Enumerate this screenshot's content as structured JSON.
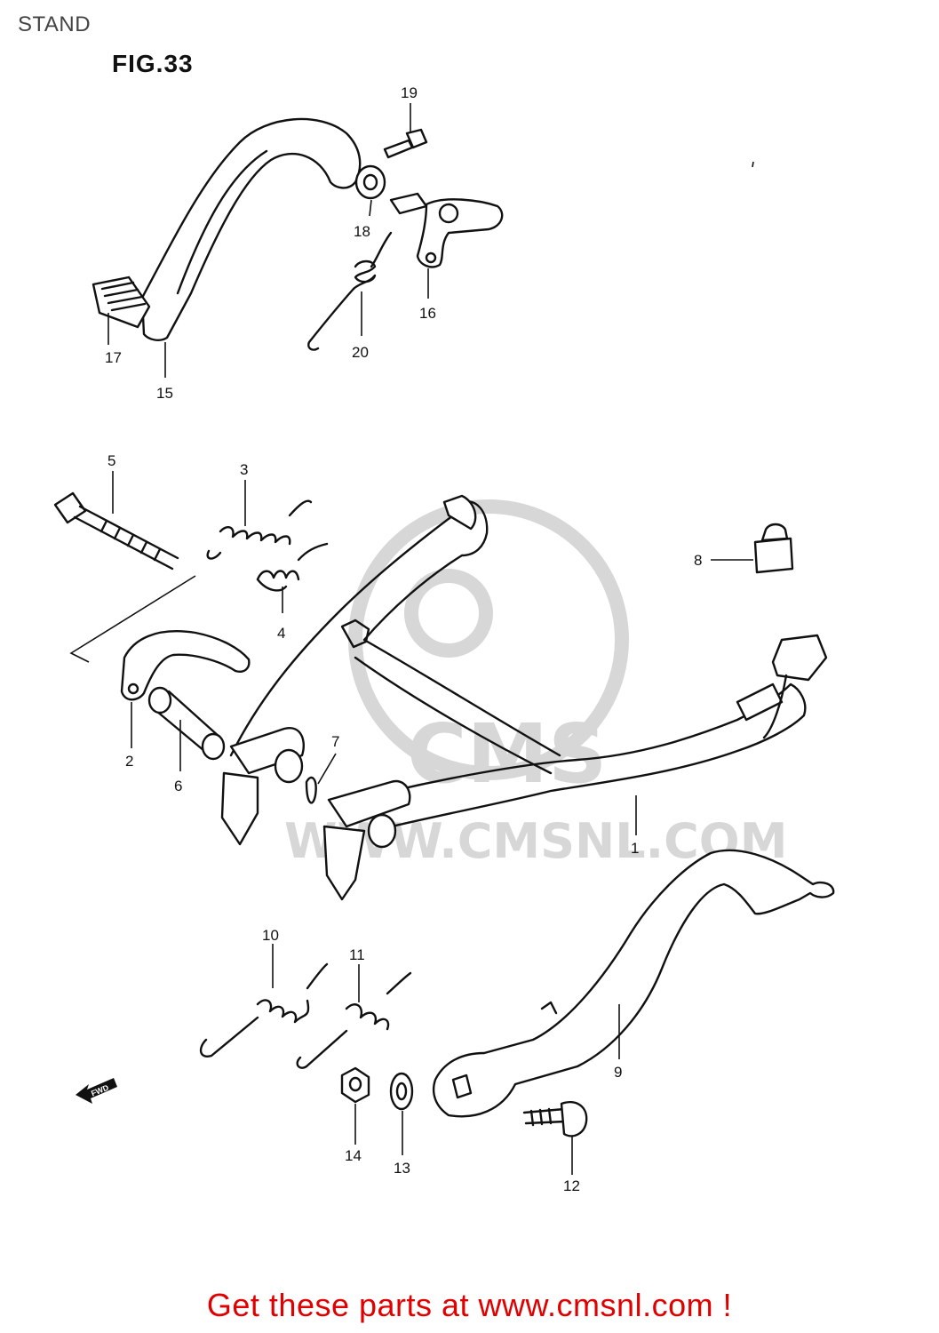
{
  "page": {
    "title": "STAND"
  },
  "figure": {
    "label": "FIG.33"
  },
  "watermark": {
    "badge_text": "CMS",
    "site_text": "WWW.CMSNL.COM"
  },
  "fwd_marker": {
    "text": "FWD"
  },
  "parts": {
    "p1": "1",
    "p2": "2",
    "p3": "3",
    "p4": "4",
    "p5": "5",
    "p6": "6",
    "p7": "7",
    "p8": "8",
    "p9": "9",
    "p10": "10",
    "p11": "11",
    "p12": "12",
    "p13": "13",
    "p14": "14",
    "p15": "15",
    "p16": "16",
    "p17": "17",
    "p18": "18",
    "p19": "19",
    "p20": "20"
  },
  "footer": {
    "link_text": "Get these parts at www.cmsnl.com !"
  },
  "colors": {
    "line": "#111111",
    "watermark": "#d7d7d7",
    "link": "#e00000"
  }
}
